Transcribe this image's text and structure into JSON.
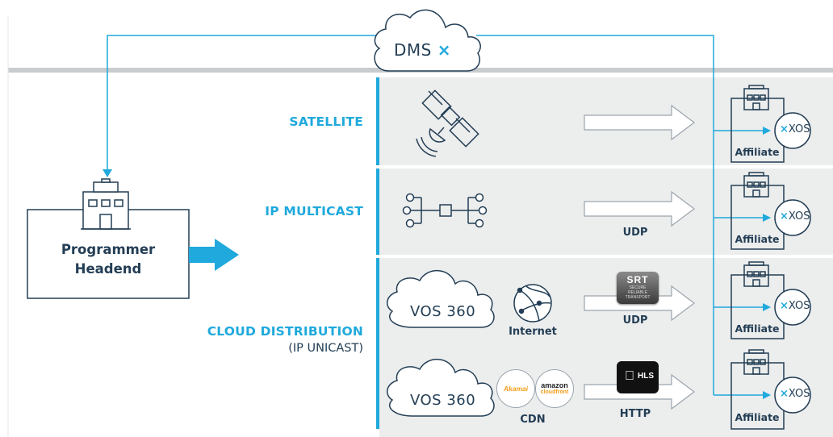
{
  "cloud_label": {
    "text": "DMS",
    "x": "×"
  },
  "headend": {
    "line1": "Programmer",
    "line2": "Headend"
  },
  "routes": {
    "satellite": "SATELLITE",
    "ip_multicast": "IP MULTICAST",
    "cloud_distribution": "CLOUD DISTRIBUTION",
    "cloud_distribution_sub": "(IP UNICAST)"
  },
  "protocols": {
    "multicast": "UDP",
    "internet": "UDP",
    "cdn": "HTTP"
  },
  "nodes": {
    "internet": "Internet",
    "cdn": "CDN"
  },
  "vos": {
    "text": "VOS 360"
  },
  "affiliates": [
    {
      "label": "Affiliate",
      "xos": "XOS"
    },
    {
      "label": "Affiliate",
      "xos": "XOS"
    },
    {
      "label": "Affiliate",
      "xos": "XOS"
    },
    {
      "label": "Affiliate",
      "xos": "XOS"
    }
  ],
  "srt_badge": {
    "title": "SRT",
    "sub1": "SECURE",
    "sub2": "RELIABLE",
    "sub3": "TRANSPORT"
  },
  "hls_badge": {
    "text": "HLS"
  },
  "cdn_logos": {
    "akamai": "Akamai",
    "amazon": "amazon",
    "amazon_sub": "cloudfront"
  },
  "colors": {
    "accent": "#1fa9dc",
    "navy": "#233e55",
    "panel": "#eceded",
    "divider": "#c9ccce"
  }
}
